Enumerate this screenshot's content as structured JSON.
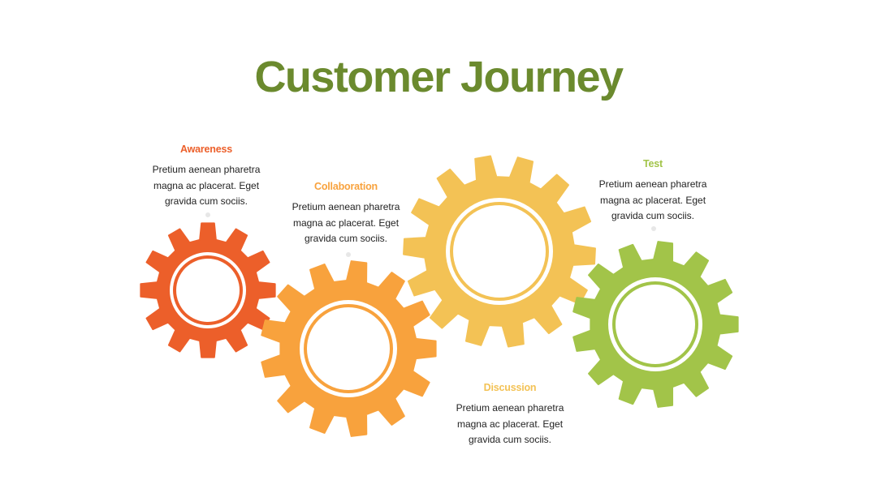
{
  "title": "Customer Journey",
  "colors": {
    "title": "#6b8a2e",
    "awareness": "#ec5f2a",
    "collaboration": "#f8a23d",
    "discussion": "#f3c255",
    "test": "#a2c449",
    "ring": "#ffffff",
    "connector": "#e7e7e7"
  },
  "stages": {
    "awareness": {
      "label": "Awareness",
      "description": [
        "Pretium aenean pharetra",
        "magna ac placerat. Eget",
        "gravida cum sociis."
      ]
    },
    "collaboration": {
      "label": "Collaboration",
      "description": [
        "Pretium aenean pharetra",
        "magna ac placerat. Eget",
        "gravida cum sociis."
      ]
    },
    "discussion": {
      "label": "Discussion",
      "description": [
        "Pretium aenean pharetra",
        "magna ac placerat. Eget",
        "gravida cum sociis."
      ]
    },
    "test": {
      "label": "Test",
      "description": [
        "Pretium aenean pharetra",
        "magna ac placerat. Eget",
        "gravida cum sociis."
      ]
    }
  }
}
